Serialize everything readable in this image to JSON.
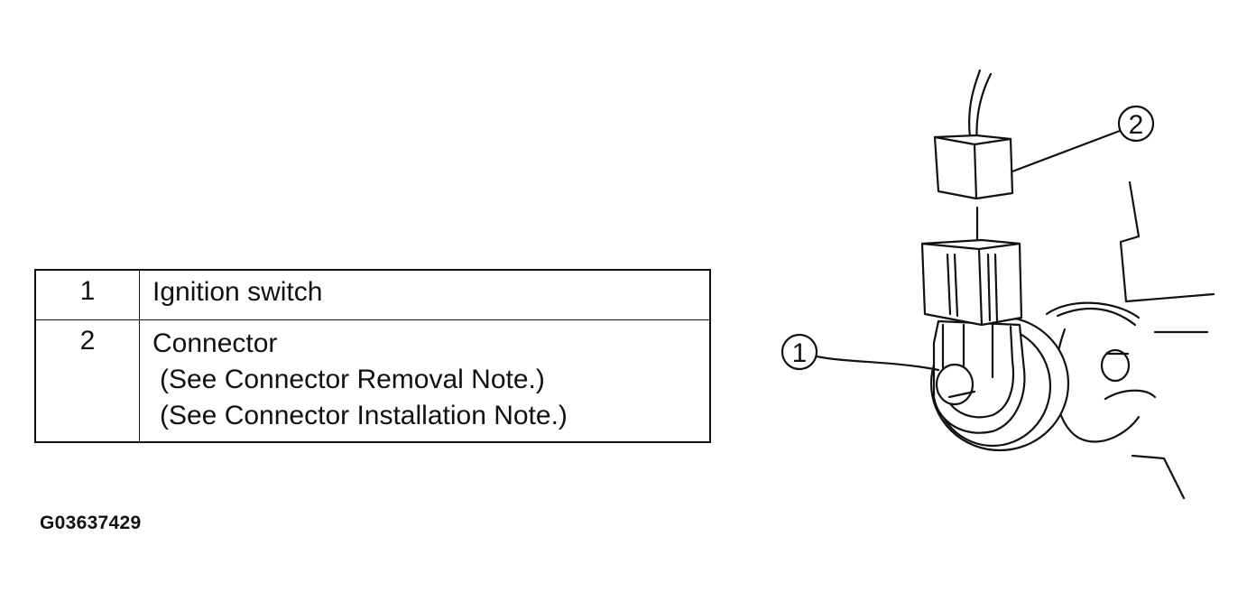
{
  "legend": {
    "rows": [
      {
        "number": "1",
        "lines": [
          "Ignition switch"
        ]
      },
      {
        "number": "2",
        "lines": [
          "Connector",
          "(See Connector Removal Note.)",
          "(See Connector Installation Note.)"
        ]
      }
    ]
  },
  "figure_id": "G03637429",
  "callouts": {
    "c1": "1",
    "c2": "2"
  }
}
